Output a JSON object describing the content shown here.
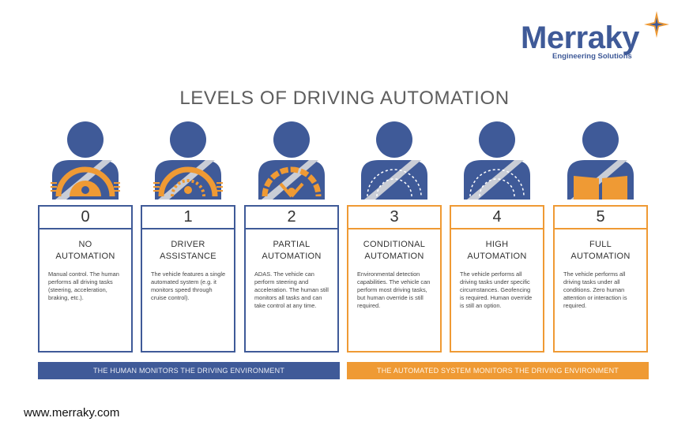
{
  "logo": {
    "name": "Merraky",
    "tagline": "Engineering Solutions",
    "colors": {
      "blue": "#3f5a98",
      "star": "#ef9a34"
    }
  },
  "title": "LEVELS OF DRIVING AUTOMATION",
  "levels": [
    {
      "number": "0",
      "title_line1": "NO",
      "title_line2": "AUTOMATION",
      "description": "Manual control. The human performs all driving tasks (steering, acceleration, braking, etc.).",
      "icon": "steering-wheel-solid",
      "color": "blue"
    },
    {
      "number": "1",
      "title_line1": "DRIVER",
      "title_line2": "ASSISTANCE",
      "description": "The vehicle features a single automated system (e.g. it monitors speed through cruise control).",
      "icon": "steering-wheel-partial",
      "color": "blue"
    },
    {
      "number": "2",
      "title_line1": "PARTIAL",
      "title_line2": "AUTOMATION",
      "description": "ADAS. The vehicle can perform steering and acceleration. The human still monitors all tasks and can take control at any time.",
      "icon": "steering-wheel-partial",
      "color": "blue"
    },
    {
      "number": "3",
      "title_line1": "CONDITIONAL",
      "title_line2": "AUTOMATION",
      "description": "Environmental detection capabilities. The vehicle can perform most driving tasks, but human override is still required.",
      "icon": "steering-wheel-dashed",
      "color": "orange"
    },
    {
      "number": "4",
      "title_line1": "HIGH",
      "title_line2": "AUTOMATION",
      "description": "The vehicle performs all driving tasks under specific circumstances. Geofencing is required. Human override is still an option.",
      "icon": "steering-wheel-dashed",
      "color": "orange"
    },
    {
      "number": "5",
      "title_line1": "FULL",
      "title_line2": "AUTOMATION",
      "description": "The vehicle performs all driving tasks under all conditions. Zero human attention or interaction is required.",
      "icon": "open-book",
      "color": "orange"
    }
  ],
  "banners": {
    "human": "THE HUMAN MONITORS THE DRIVING ENVIRONMENT",
    "system": "THE AUTOMATED SYSTEM MONITORS THE DRIVING ENVIRONMENT"
  },
  "website": "www.merraky.com",
  "colors": {
    "blue": "#3f5a98",
    "orange": "#ef9a34",
    "belt": "#c9cdd6"
  }
}
